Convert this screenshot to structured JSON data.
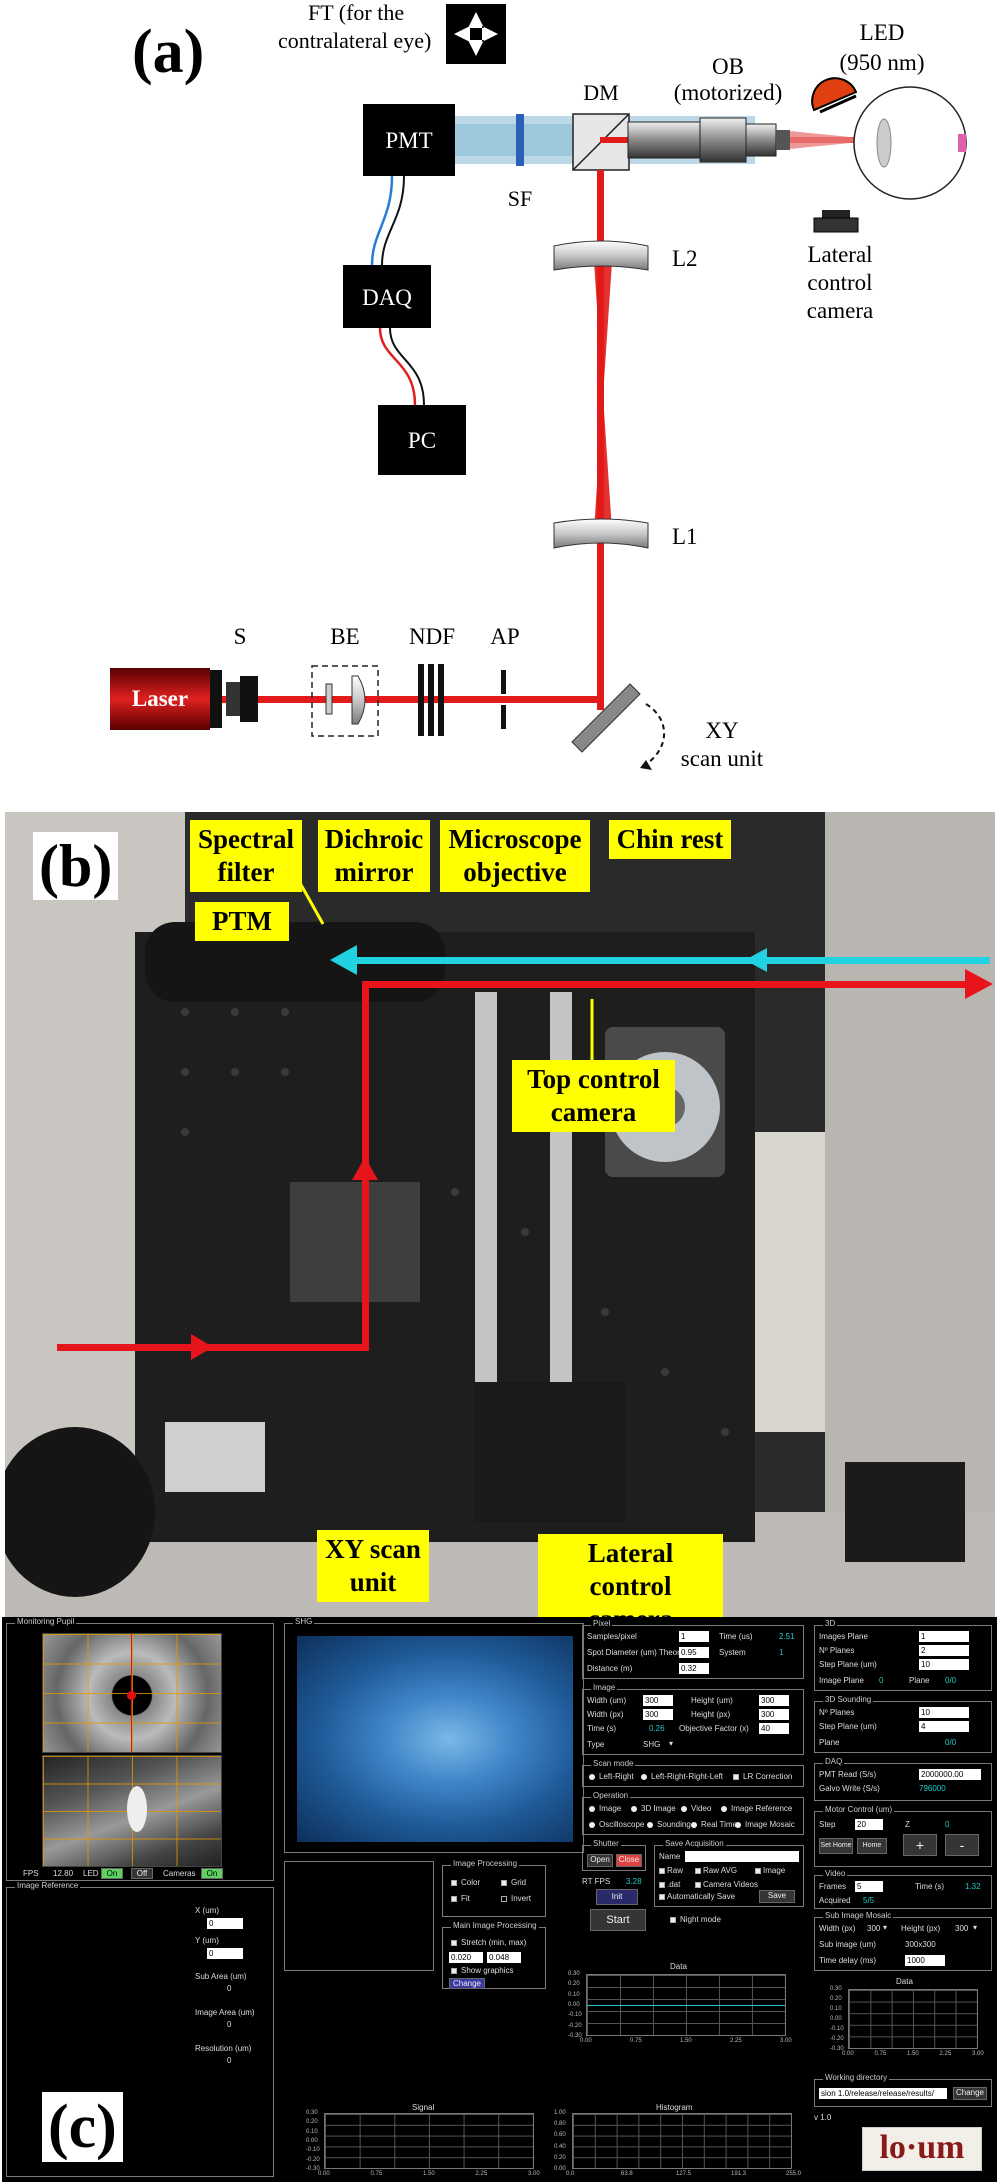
{
  "panel_a": {
    "label": "(a)",
    "ft_label_1": "FT (for the",
    "ft_label_2": "contralateral eye)",
    "led_label_1": "LED",
    "led_label_2": "(950 nm)",
    "ob_label_1": "OB",
    "ob_label_2": "(motorized)",
    "dm": "DM",
    "pmt": "PMT",
    "sf": "SF",
    "daq": "DAQ",
    "pc": "PC",
    "l2": "L2",
    "l1": "L1",
    "lateral_1": "Lateral",
    "lateral_2": "control",
    "lateral_3": "camera",
    "s": "S",
    "be": "BE",
    "ndf": "NDF",
    "ap": "AP",
    "laser": "Laser",
    "xy_1": "XY",
    "xy_2": "scan unit",
    "colors": {
      "beam": "#e21a1a",
      "cyan": "#7fc6d8"
    }
  },
  "panel_b": {
    "label": "(b)",
    "spectral_filter_1": "Spectral",
    "spectral_filter_2": "filter",
    "dichroic_1": "Dichroic",
    "dichroic_2": "mirror",
    "microscope_1": "Microscope",
    "microscope_2": "objective",
    "chin_rest": "Chin rest",
    "ptm": "PTM",
    "top_camera_1": "Top control",
    "top_camera_2": "camera",
    "xy_scan_1": "XY scan",
    "xy_scan_2": "unit",
    "lateral_camera_1": "Lateral control",
    "lateral_camera_2": "camera",
    "colors": {
      "label_bg": "#ffff00",
      "red_arrow": "#e8141c",
      "cyan_arrow": "#21d3e0"
    }
  },
  "panel_c": {
    "label": "(c)",
    "monitoring_pupil": "Monitoring Pupil",
    "fps_label": "FPS",
    "fps_value": "12.80",
    "led_label": "LED",
    "on_btn": "On",
    "off_btn": "Off",
    "cameras_label": "Cameras",
    "image_reference": "Image Reference",
    "x_um": "X (um)",
    "y_um": "Y (um)",
    "x_val": "0",
    "y_val": "0",
    "sub_area": "Sub Area (um)",
    "sub_area_val": "0",
    "image_area": "Image Area (um)",
    "image_area_val": "0",
    "resolution": "Resolution (um)",
    "resolution_val": "0",
    "shg": "SHG",
    "image_processing": "Image Processing",
    "color": "Color",
    "grid": "Grid",
    "fit": "Fit",
    "invert": "Invert",
    "main_image_processing": "Main Image Processing",
    "stretch": "Stretch (min, max)",
    "stretch_min": "0.020",
    "stretch_max": "0.048",
    "show_graphics": "Show graphics",
    "change": "Change",
    "signal": "Signal",
    "histogram": "Histogram",
    "data": "Data",
    "pixel": "Pixel",
    "samples_pixel": "Samples/pixel",
    "samples_val": "1",
    "time_us": "Time (us)",
    "time_us_val": "2.51",
    "spot_diameter": "Spot Diameter (um) Theory:",
    "theory_val": "0.95",
    "system": "System",
    "system_val": "1",
    "distance": "Distance (m)",
    "distance_val": "0.32",
    "image": "Image",
    "width_um": "Width (um)",
    "width_um_val": "300",
    "height_um": "Height (um)",
    "height_um_val": "300",
    "width_px": "Width (px)",
    "width_px_val": "300",
    "height_px": "Height (px)",
    "height_px_val": "300",
    "time_s": "Time (s)",
    "time_s_val": "0.26",
    "objective_factor": "Objective Factor (x)",
    "objective_factor_val": "40",
    "type": "Type",
    "type_val": "SHG",
    "scan_mode": "Scan mode",
    "left_right": "Left-Right",
    "left_right_right_left": "Left-Right-Right-Left",
    "lr_correction": "LR Correction",
    "operation": "Operation",
    "op_image": "Image",
    "op_3d_image": "3D Image",
    "op_video": "Video",
    "op_image_reference": "Image Reference",
    "op_oscilloscope": "Oscilloscope",
    "op_sounding": "Sounding",
    "op_real_time": "Real Time",
    "op_image_mosaic": "Image Mosaic",
    "shutter": "Shutter",
    "open_btn": "Open",
    "close_btn": "Close",
    "rt_fps": "RT FPS",
    "rt_fps_val": "3.28",
    "init_btn": "Init",
    "start_btn": "Start",
    "save_acquisition": "Save Acquisition",
    "name": "Name",
    "raw": "Raw",
    "raw_avg": "Raw AVG",
    "image_chk": "Image",
    "dat": ".dat",
    "camera_videos": "Camera Videos",
    "automatically_save": "Automatically Save",
    "save_btn": "Save",
    "night_mode": "Night mode",
    "g3d": "3D",
    "images_plane": "Images Plane",
    "images_plane_val": "1",
    "n_planes": "Nº Planes",
    "n_planes_val": "2",
    "step_plane": "Step Plane (um)",
    "step_plane_val": "10",
    "image_plane": "Image Plane",
    "image_plane_val": "0",
    "plane": "Plane",
    "plane_val": "0/0",
    "sounding_3d": "3D Sounding",
    "snd_n_planes": "Nº Planes",
    "snd_n_planes_val": "10",
    "snd_step_plane": "Step  Plane (um)",
    "snd_step_plane_val": "4",
    "snd_plane": "Plane",
    "snd_plane_val": "0/0",
    "daq": "DAQ",
    "pmt_read": "PMT Read (S/s)",
    "pmt_read_val": "2000000.00",
    "galvo_write": "Galvo Write (S/s)",
    "galvo_write_val": "796000",
    "motor_control": "Motor Control (um)",
    "step": "Step",
    "step_val": "20",
    "z": "Z",
    "z_val": "0",
    "set_home": "Set Home",
    "home": "Home",
    "plus": "+",
    "minus": "-",
    "video": "Video",
    "frames": "Frames",
    "frames_val": "5",
    "video_time": "Time (s)",
    "video_time_val": "1.32",
    "acquired": "Acquired",
    "acquired_val": "5/5",
    "sub_image_mosaic": "Sub Image Mosaic",
    "mosaic_width": "Width (px)",
    "mosaic_width_val": "300",
    "mosaic_height": "Height (px)",
    "mosaic_height_val": "300",
    "sub_image": "Sub image (um)",
    "sub_image_val": "300x300",
    "time_delay": "Time delay (ms)",
    "time_delay_val": "1000",
    "working_directory": "Working directory",
    "working_dir_val": "sion 1.0/release/release/results/",
    "change_dir": "Change",
    "version": "v 1.0",
    "logo": "lo·um",
    "yticks": [
      "0.30",
      "0.20",
      "0.10",
      "0.00",
      "-0.10",
      "-0.20",
      "-0.30"
    ],
    "xticks": [
      "0.00",
      "0.75",
      "1.50",
      "2.25",
      "3.00"
    ],
    "hist_yticks": [
      "1.00",
      "0.80",
      "0.60",
      "0.40",
      "0.20",
      "0.00"
    ],
    "hist_xticks": [
      "0.0",
      "63.8",
      "127.5",
      "191.3",
      "255.0"
    ],
    "colors": {
      "cyan_value": "#22c8c8",
      "close_red": "#e04040",
      "on_green": "#5fd35f"
    }
  }
}
